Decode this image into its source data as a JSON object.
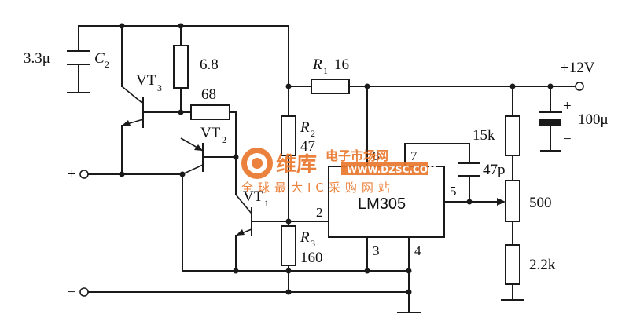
{
  "components": {
    "c2": {
      "value": "3.3μ",
      "name": "C",
      "sub": "2"
    },
    "vt3": {
      "name": "VT",
      "sub": "3"
    },
    "vt2": {
      "name": "VT",
      "sub": "2"
    },
    "vt1": {
      "name": "VT",
      "sub": "1"
    },
    "r_68": {
      "value": "6.8"
    },
    "r_68b": {
      "value": "68"
    },
    "r1": {
      "name": "R",
      "sub": "1",
      "value": "16"
    },
    "r2": {
      "name": "R",
      "sub": "2",
      "value": "47"
    },
    "r3": {
      "name": "R",
      "sub": "3",
      "value": "160"
    },
    "r_15k": {
      "value": "15k"
    },
    "c_47p": {
      "value": "47p"
    },
    "pot": {
      "value": "500"
    },
    "r_22k": {
      "value": "2.2k"
    },
    "c_100u": {
      "value": "100μ",
      "plus": "+",
      "minus": "−"
    },
    "ic": {
      "name": "LM305",
      "pins": {
        "p2": "2",
        "p3": "3",
        "p4": "4",
        "p5": "5",
        "p7": "7",
        "p8": "8"
      }
    }
  },
  "terminals": {
    "supply": "+12V",
    "in_plus": "+",
    "in_minus": "−"
  },
  "watermark": {
    "brand": "维库",
    "brand2": "电子市场网",
    "url": "WWW.DZSC.COM",
    "slogan": "全球最大IC采购网站"
  },
  "colors": {
    "wire": "#1a1a1a",
    "watermark": "#e8752a"
  }
}
